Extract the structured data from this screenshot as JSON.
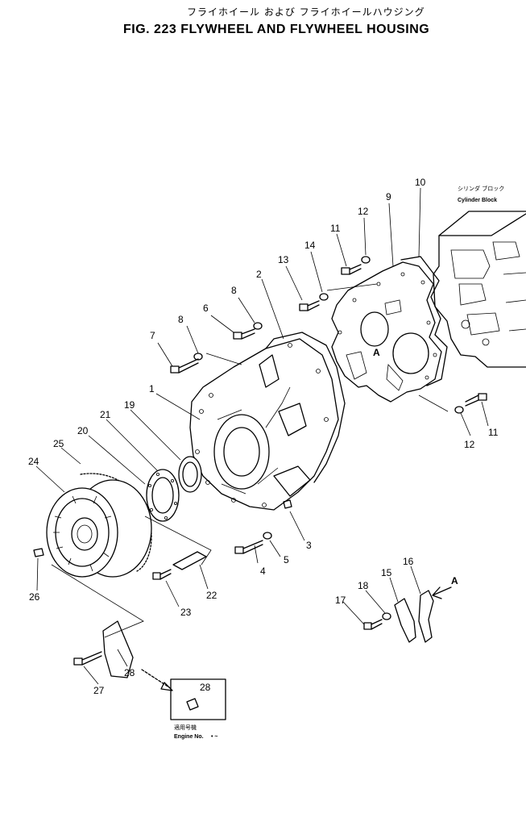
{
  "title": {
    "japanese": "フライホイール および フライホイールハウジング",
    "english": "FIG. 223 FLYWHEEL AND FLYWHEEL HOUSING"
  },
  "cylinder_block_label": {
    "japanese": "シリンダ ブロック",
    "english": "Cylinder Block"
  },
  "view_marker": "A",
  "engine_no": {
    "japanese": "適用号機",
    "english": "Engine No.",
    "range": "• ~"
  },
  "callouts": {
    "c1": "1",
    "c2": "2",
    "c3": "3",
    "c4": "4",
    "c5": "5",
    "c6": "6",
    "c7": "7",
    "c8a": "8",
    "c8b": "8",
    "c9": "9",
    "c10": "10",
    "c11a": "11",
    "c11b": "11",
    "c12a": "12",
    "c12b": "12",
    "c13": "13",
    "c14": "14",
    "c15": "15",
    "c16": "16",
    "c17": "17",
    "c18": "18",
    "c19": "19",
    "c20": "20",
    "c21": "21",
    "c22": "22",
    "c23": "23",
    "c24": "24",
    "c25": "25",
    "c26": "26",
    "c27": "27",
    "c28a": "28",
    "c28b": "28"
  }
}
